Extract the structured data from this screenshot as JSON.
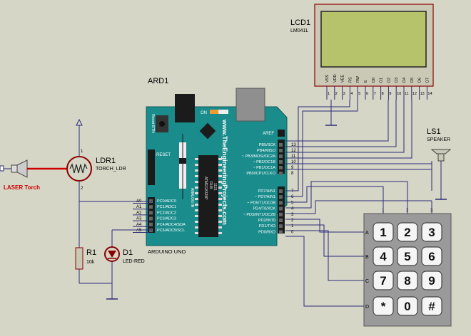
{
  "lcd": {
    "ref": "LCD1",
    "model": "LM041L",
    "pins": [
      "VSS",
      "VDD",
      "VEE",
      "RS",
      "RW",
      "E",
      "D0",
      "D1",
      "D2",
      "D3",
      "D4",
      "D5",
      "D6",
      "D7"
    ],
    "pin_numbers": [
      "1",
      "2",
      "3",
      "4",
      "5",
      "6",
      "7",
      "8",
      "9",
      "10",
      "11",
      "12",
      "13",
      "14"
    ]
  },
  "arduino": {
    "ref": "ARD1",
    "caption": "ARDUINO UNO",
    "website": "www.TheEngineeringProjects.com",
    "reset_btn": "Reset BTN",
    "reset": "RESET",
    "on": "ON",
    "aref": "AREF",
    "analog_in": "ANALOG IN",
    "chip_line1": "ATMEGA328P",
    "chip_line2": "DUB",
    "chip_line3": "1121",
    "digital_high": [
      {
        "label": "PB5/SCK",
        "num": "13"
      },
      {
        "label": "PB4/MISO",
        "num": "12"
      },
      {
        "label": "~ PB3/MOSI/OC2A",
        "num": "11"
      },
      {
        "label": "~ PB2/OC1B",
        "num": "10"
      },
      {
        "label": "~ PB1/OC1A",
        "num": "9"
      },
      {
        "label": "PB0/ICP1/CLKO",
        "num": "8"
      }
    ],
    "digital_low": [
      {
        "label": "PD7/AIN1",
        "num": "7"
      },
      {
        "label": "~ PD7/AIN1",
        "num": "6"
      },
      {
        "label": "~ PD5/T1/OC0B",
        "num": "5"
      },
      {
        "label": "PD4/T0/XCK",
        "num": "4"
      },
      {
        "label": "~ PD3/INT1/OC2B",
        "num": "3"
      },
      {
        "label": "PD2/INT0",
        "num": "2"
      },
      {
        "label": "PD1/TXD",
        "num": "1"
      },
      {
        "label": "PD0/RXD",
        "num": "0"
      }
    ],
    "analog": [
      {
        "label": "PC0/ADC0",
        "num": "A0"
      },
      {
        "label": "PC1/ADC1",
        "num": "A1"
      },
      {
        "label": "PC2/ADC2",
        "num": "A2"
      },
      {
        "label": "PC3/ADC3",
        "num": "A3"
      },
      {
        "label": "PC4/ADC4/SDA",
        "num": "A4"
      },
      {
        "label": "PC5/ADC5/SCL",
        "num": "A5"
      }
    ]
  },
  "ldr": {
    "ref": "LDR1",
    "model": "TORCH_LDR",
    "pin1": "1",
    "pin2": "2"
  },
  "laser": {
    "label": "LASER Torch"
  },
  "resistor": {
    "ref": "R1",
    "value": "10k"
  },
  "led": {
    "ref": "D1",
    "model": "LED-RED"
  },
  "speaker": {
    "ref": "LS1",
    "model": "SPEAKER"
  },
  "keypad": {
    "cols": [
      "1",
      "2",
      "3"
    ],
    "rows": [
      "A",
      "B",
      "C",
      "D"
    ],
    "keys": [
      [
        "1",
        "2",
        "3"
      ],
      [
        "4",
        "5",
        "6"
      ],
      [
        "7",
        "8",
        "9"
      ],
      [
        "*",
        "0",
        "#"
      ]
    ]
  },
  "colors": {
    "background": "#d6d6c6",
    "wire": "#2b2b7a",
    "component_red": "#8b0000",
    "laser_beam": "#cc0000",
    "lcd_screen": "#b6c36a",
    "arduino_board": "#1a8c8c",
    "keypad_body": "#9a9a9a"
  }
}
